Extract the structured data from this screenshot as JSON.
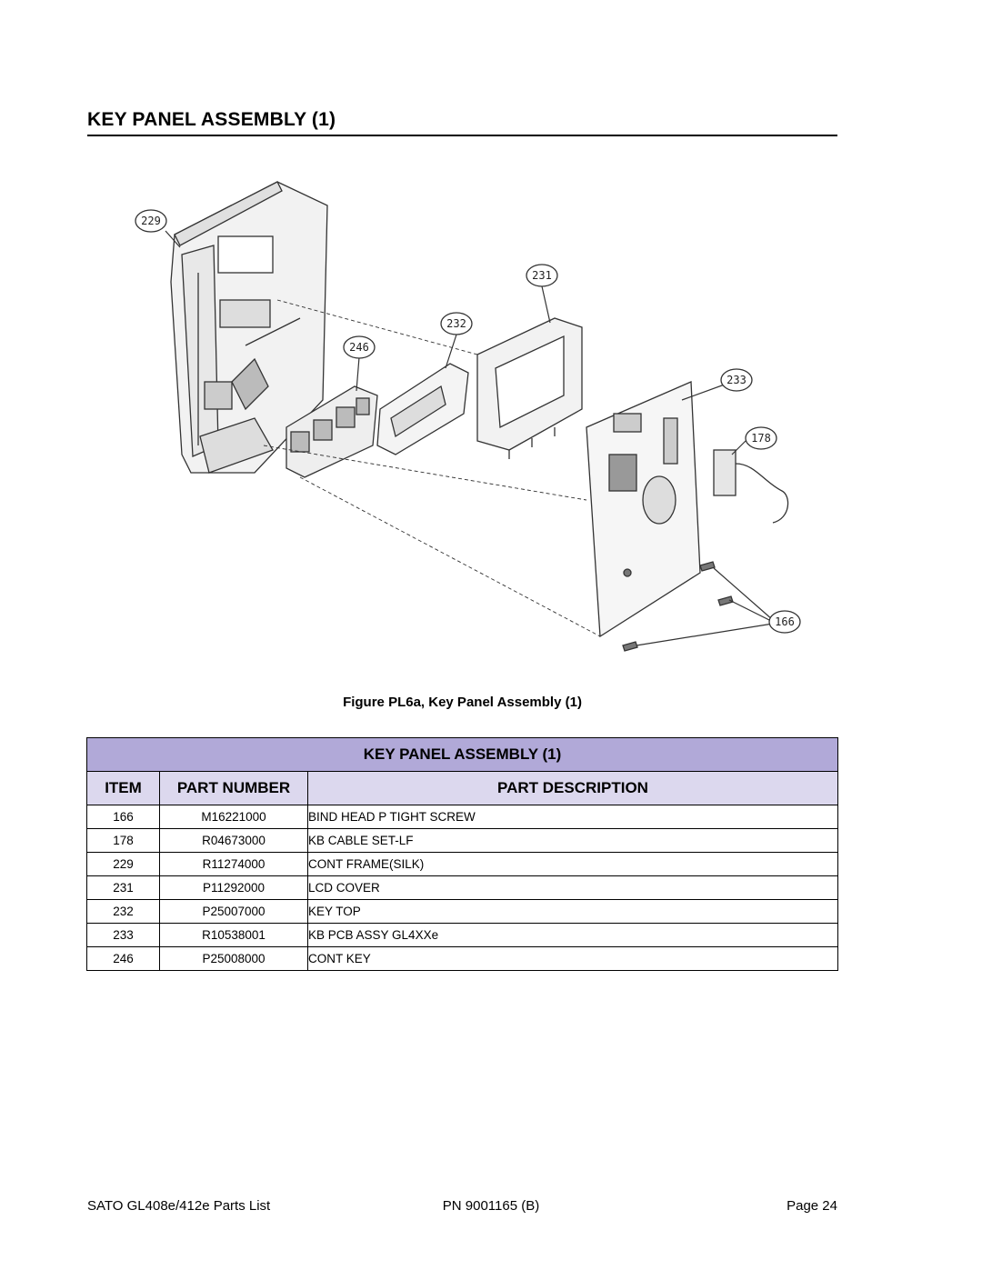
{
  "page": {
    "title": "KEY PANEL ASSEMBLY (1)",
    "figure_caption": "Figure PL6a, Key Panel Assembly (1)"
  },
  "figure": {
    "callouts": [
      "229",
      "231",
      "232",
      "246",
      "233",
      "178",
      "166"
    ]
  },
  "table": {
    "title": "KEY PANEL ASSEMBLY (1)",
    "headers": {
      "item": "ITEM",
      "part_number": "PART NUMBER",
      "description": "PART DESCRIPTION"
    },
    "rows": [
      {
        "item": "166",
        "part_number": "M16221000",
        "description": "BIND HEAD P TIGHT SCREW"
      },
      {
        "item": "178",
        "part_number": "R04673000",
        "description": "KB CABLE SET-LF"
      },
      {
        "item": "229",
        "part_number": "R11274000",
        "description": "CONT FRAME(SILK)"
      },
      {
        "item": "231",
        "part_number": "P11292000",
        "description": "LCD COVER"
      },
      {
        "item": "232",
        "part_number": "P25007000",
        "description": "KEY TOP"
      },
      {
        "item": "233",
        "part_number": "R10538001",
        "description": "KB PCB ASSY GL4XXe"
      },
      {
        "item": "246",
        "part_number": "P25008000",
        "description": "CONT KEY"
      }
    ]
  },
  "footer": {
    "left": "SATO GL408e/412e Parts List",
    "center": "PN  9001165 (B)",
    "right": "Page 24"
  }
}
